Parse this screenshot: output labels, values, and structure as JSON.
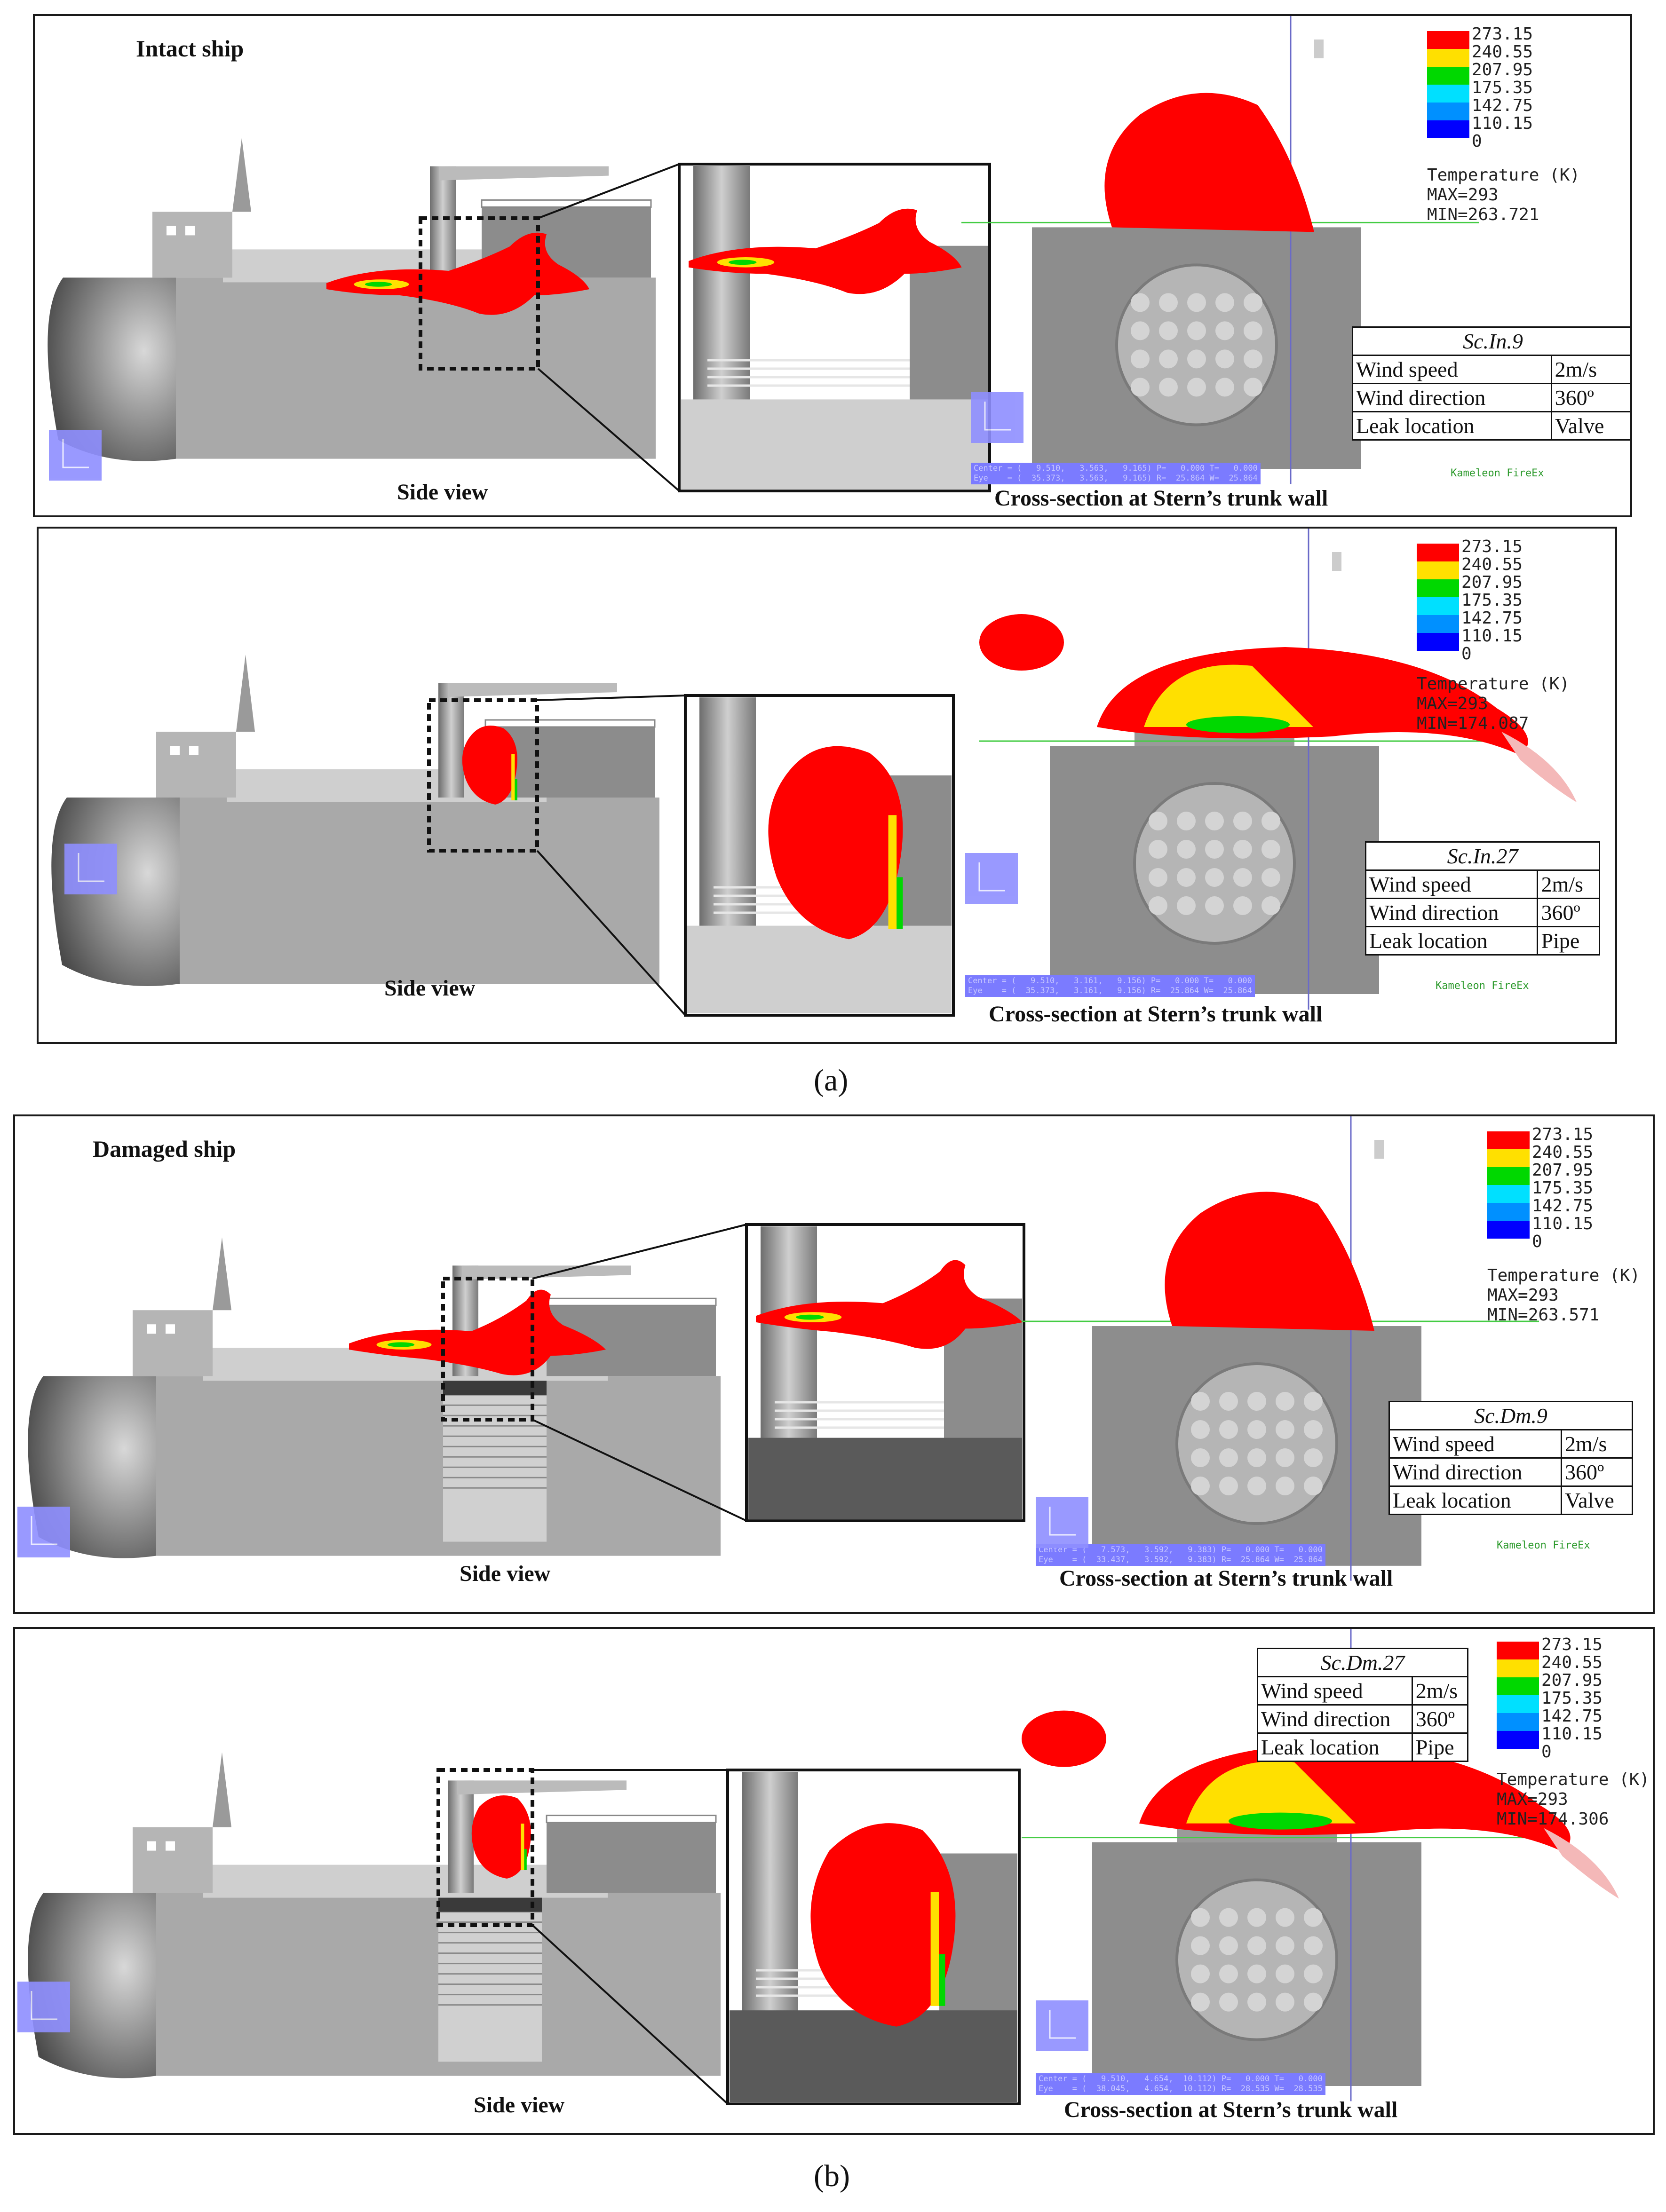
{
  "sublabels": {
    "a": "(a)",
    "b": "(b)"
  },
  "legend_levels": [
    "273.15",
    "240.55",
    "207.95",
    "175.35",
    "142.75",
    "110.15",
    "0"
  ],
  "legend_colors": [
    "#ff0000",
    "#ffe000",
    "#00d800",
    "#00e0ff",
    "#0090ff",
    "#0000ff"
  ],
  "panels": [
    {
      "title": "Intact ship",
      "side_caption": "Side view",
      "cross_caption": "Cross-section at Stern’s trunk wall",
      "temp_label": "Temperature (K)",
      "temp_max": "MAX=293",
      "temp_min": "MIN=263.721",
      "scenario": "Sc.In.9",
      "rows": [
        [
          "Wind speed",
          "2m/s"
        ],
        [
          "Wind direction",
          "360º"
        ],
        [
          "Leak location",
          "Valve"
        ]
      ],
      "software": "Kameleon FireEx",
      "center": "Center = (   9.510,   3.563,   9.165) P=   0.000 T=   0.000",
      "eye": "Eye    = (  35.373,   3.563,   9.165) R=  25.864 W=  25.864"
    },
    {
      "title": "",
      "side_caption": "Side view",
      "cross_caption": "Cross-section at Stern’s trunk wall",
      "temp_label": "Temperature (K)",
      "temp_max": "MAX=293",
      "temp_min": "MIN=174.087",
      "scenario": "Sc.In.27",
      "rows": [
        [
          "Wind speed",
          "2m/s"
        ],
        [
          "Wind direction",
          "360º"
        ],
        [
          "Leak location",
          "Pipe"
        ]
      ],
      "software": "Kameleon FireEx",
      "center": "Center = (   9.510,   3.161,   9.156) P=   0.000 T=   0.000",
      "eye": "Eye    = (  35.373,   3.161,   9.156) R=  25.864 W=  25.864"
    },
    {
      "title": "Damaged ship",
      "side_caption": "Side view",
      "cross_caption": "Cross-section at Stern’s trunk wall",
      "temp_label": "Temperature (K)",
      "temp_max": "MAX=293",
      "temp_min": "MIN=263.571",
      "scenario": "Sc.Dm.9",
      "rows": [
        [
          "Wind speed",
          "2m/s"
        ],
        [
          "Wind direction",
          "360º"
        ],
        [
          "Leak location",
          "Valve"
        ]
      ],
      "software": "Kameleon FireEx",
      "center": "Center = (   7.573,   3.592,   9.383) P=   0.000 T=   0.000",
      "eye": "Eye    = (  33.437,   3.592,   9.383) R=  25.864 W=  25.864"
    },
    {
      "title": "",
      "side_caption": "Side view",
      "cross_caption": "Cross-section at Stern’s trunk wall",
      "temp_label": "Temperature (K)",
      "temp_max": "MAX=293",
      "temp_min": "MIN=174.306",
      "scenario": "Sc.Dm.27",
      "rows": [
        [
          "Wind speed",
          "2m/s"
        ],
        [
          "Wind direction",
          "360º"
        ],
        [
          "Leak location",
          "Pipe"
        ]
      ],
      "software": "",
      "center": "Center = (   9.510,   4.654,  10.112) P=   0.000 T=   0.000",
      "eye": "Eye    = (  38.045,   4.654,  10.112) R=  28.535 W=  28.535"
    }
  ]
}
